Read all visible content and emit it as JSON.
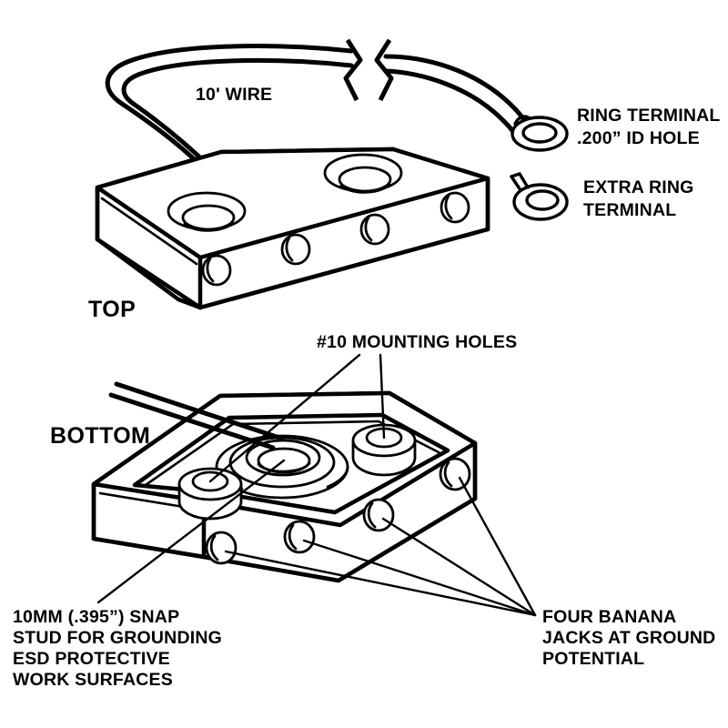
{
  "figure": {
    "title": "Grounding block assembly — top and bottom isometric views",
    "background_color": "#ffffff",
    "line_color": "#000000"
  },
  "labels": {
    "wire_length": "10' WIRE",
    "ring_terminal_line1": "RING TERMINAL",
    "ring_terminal_line2": ".200” ID HOLE",
    "extra_ring_line1": "EXTRA RING",
    "extra_ring_line2": "TERMINAL",
    "view_top": "TOP",
    "view_bottom": "BOTTOM",
    "mounting_holes": "#10 MOUNTING HOLES",
    "snap_stud_line1": "10MM (.395”) SNAP",
    "snap_stud_line2": "STUD FOR GROUNDING",
    "snap_stud_line3": "ESD PROTECTIVE",
    "snap_stud_line4": "WORK SURFACES",
    "banana_jacks_line1": "FOUR BANANA",
    "banana_jacks_line2": "JACKS AT GROUND",
    "banana_jacks_line3": "POTENTIAL"
  },
  "parts": {
    "top_view": {
      "name": "TOP",
      "counterbored_holes": 2,
      "banana_jack_holes": 4
    },
    "bottom_view": {
      "name": "BOTTOM",
      "mounting_bosses": 2,
      "snap_stud_diameter": "10MM (.395”)",
      "banana_jack_holes": 4
    },
    "wire": {
      "length": "10'",
      "terminal": "ring terminal",
      "terminal_hole_id": ".200”"
    },
    "extra_ring_terminal": {
      "quantity": 1
    }
  }
}
